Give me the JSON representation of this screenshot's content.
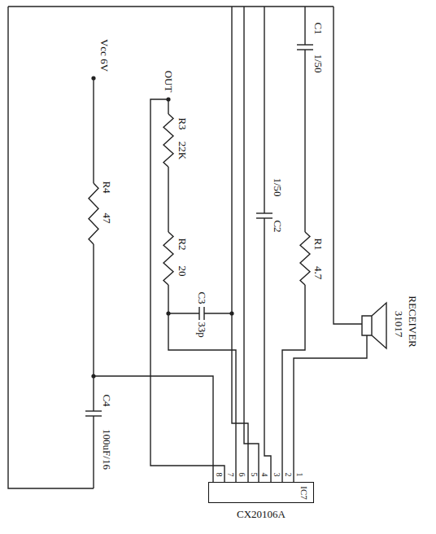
{
  "diagram": {
    "nodes": [
      {
        "text": [
          "IC7",
          "CX20106A"
        ]
      }
    ],
    "labels": [
      "RECEIVER",
      "31017",
      "Vcc 6V",
      "OUT",
      "R3",
      "22K",
      "R2",
      "20",
      "C3",
      "33p",
      "R4",
      "47",
      "C4",
      "100uF/16",
      "1/50",
      "C2",
      "C1",
      "1/50",
      "R1",
      "4.7",
      "1",
      "2",
      "3",
      "4",
      "5",
      "6",
      "7",
      "8"
    ]
  }
}
